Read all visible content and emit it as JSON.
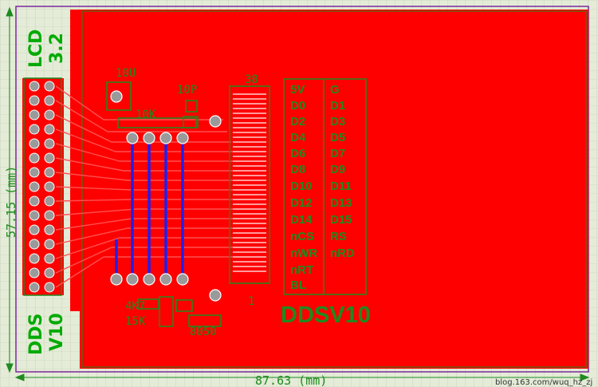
{
  "board": {
    "left_title": [
      "LCD",
      "3.2"
    ],
    "bottom_title": [
      "DDS",
      "V10"
    ],
    "center_title": "DDSV10",
    "dim_vertical": "57.15 (mm)",
    "dim_horizontal": "87.63 (mm)",
    "watermark": "blog.163.com/wuq_hz_zj"
  },
  "components": {
    "c_10u": "10U",
    "c_10p": "10P",
    "r_10k": "10K",
    "r_4k7": "4K7",
    "r_15k": "15K",
    "q_8050": "8050",
    "conn_pin38": "38",
    "conn_pin1": "1"
  },
  "pin_labels": {
    "left": [
      "5V",
      "D0",
      "D2",
      "D4",
      "D6",
      "D8",
      "D10",
      "D12",
      "D14",
      "nCS",
      "nWR",
      "nRT",
      "BL"
    ],
    "right": [
      "G",
      "D1",
      "D3",
      "D5",
      "D7",
      "D9",
      "D11",
      "D13",
      "D15",
      "RS",
      "nRD"
    ]
  },
  "colors": {
    "background": "#e4ecd8",
    "copper": "#ff0000",
    "silkscreen": "#1f8a1f",
    "via_trace": "#1f1ff0",
    "pad": "#9a9a9a"
  }
}
